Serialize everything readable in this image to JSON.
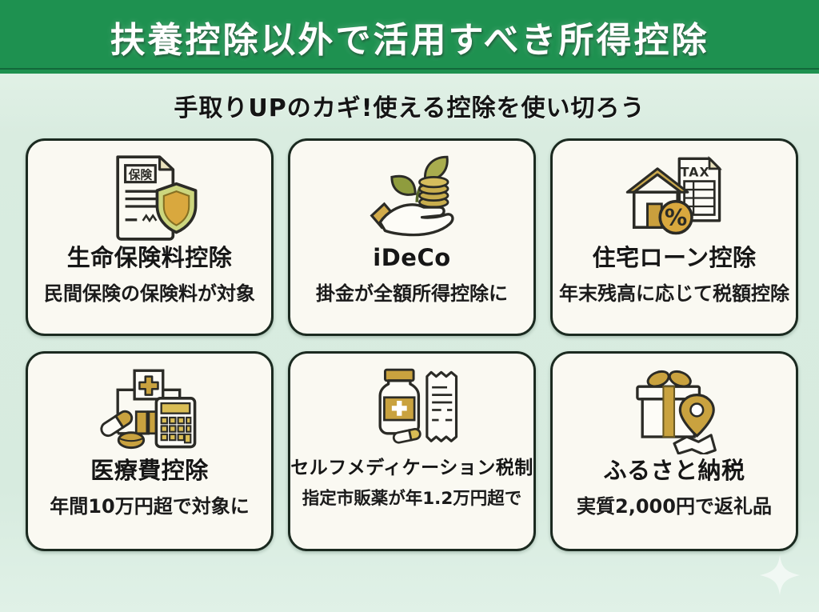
{
  "header": {
    "title": "扶養控除以外で活用すべき所得控除"
  },
  "subtitle": "手取りUPのカギ!使える控除を使い切ろう",
  "cards": [
    {
      "icon": "insurance-document-shield-icon",
      "icon_text": "保険",
      "title": "生命保険料控除",
      "subtitle": "民間保険の保険料が対象"
    },
    {
      "icon": "hand-coins-sprout-icon",
      "title": "iDeCo",
      "subtitle": "掛金が全額所得控除に"
    },
    {
      "icon": "house-tax-percent-icon",
      "icon_text": "TAX",
      "icon_symbol": "%",
      "title": "住宅ローン控除",
      "subtitle": "年末残高に応じて税額控除"
    },
    {
      "icon": "hospital-pills-calculator-icon",
      "title": "医療費控除",
      "subtitle": "年間10万円超で対象に"
    },
    {
      "icon": "medicine-bottle-receipt-icon",
      "title": "セルフメディケーション税制",
      "subtitle": "指定市販薬が年1.2万円超で"
    },
    {
      "icon": "gift-map-pin-icon",
      "title": "ふるさと納税",
      "subtitle": "実質2,000円で返礼品"
    }
  ],
  "colors": {
    "banner_green": "#1e9150",
    "background_mint": "#d9ece0",
    "card_background": "#faf9f2",
    "card_border": "#1b2a20",
    "accent_gold": "#d2a53f",
    "accent_olive": "#97a23f",
    "text_black": "#161616"
  }
}
